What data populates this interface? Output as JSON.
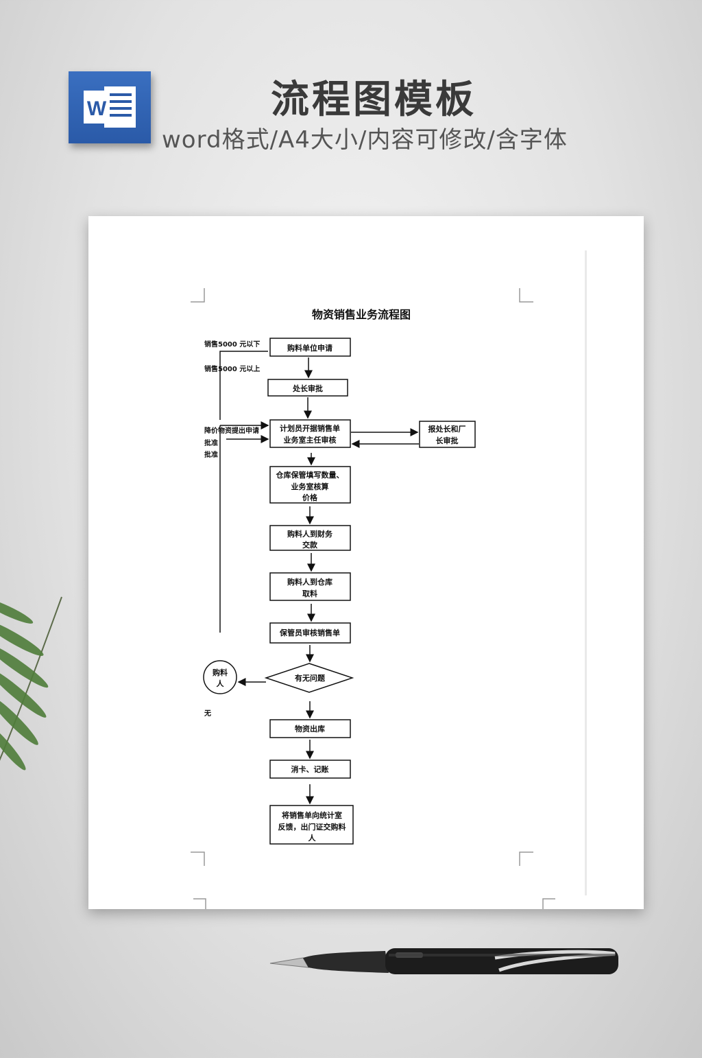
{
  "header": {
    "title": "流程图模板",
    "subtitle": "word格式/A4大小/内容可修改/含字体",
    "icon_letter": "W"
  },
  "document": {
    "heading": "物资销售业务流程图",
    "side_notes": {
      "below_5000": "销售5000 元以下",
      "above_5000": "销售5000 元以上",
      "discount_line1": "降价物资提出申请",
      "discount_line2": "批准",
      "discount_line3": "批准",
      "none": "无"
    },
    "boxes": {
      "apply": "购料单位申请",
      "chief": "处长审批",
      "planner_l1": "计划员开据销售单",
      "planner_l2": "业务室主任审核",
      "report_l1": "报处长和厂",
      "report_l2": "长审批",
      "warehouse_l1": "仓库保管填写数量、",
      "warehouse_l2": "业务室核算",
      "warehouse_l3": "价格",
      "finance_l1": "购料人到财务",
      "finance_l2": "交款",
      "pickup_l1": "购料人到仓库",
      "pickup_l2": "取料",
      "keeper": "保管员审核销售单",
      "decision": "有无问题",
      "buyer_l1": "购料",
      "buyer_l2": "人",
      "outbound": "物资出库",
      "account": "消卡、记账",
      "final_l1": "将销售单向统计室",
      "final_l2": "反馈，出门证交购料",
      "final_l3": "人"
    }
  },
  "colors": {
    "word_blue": "#2b5aa8",
    "title_gray": "#3a3a3a",
    "leaf_green": "#4f7d3a"
  }
}
